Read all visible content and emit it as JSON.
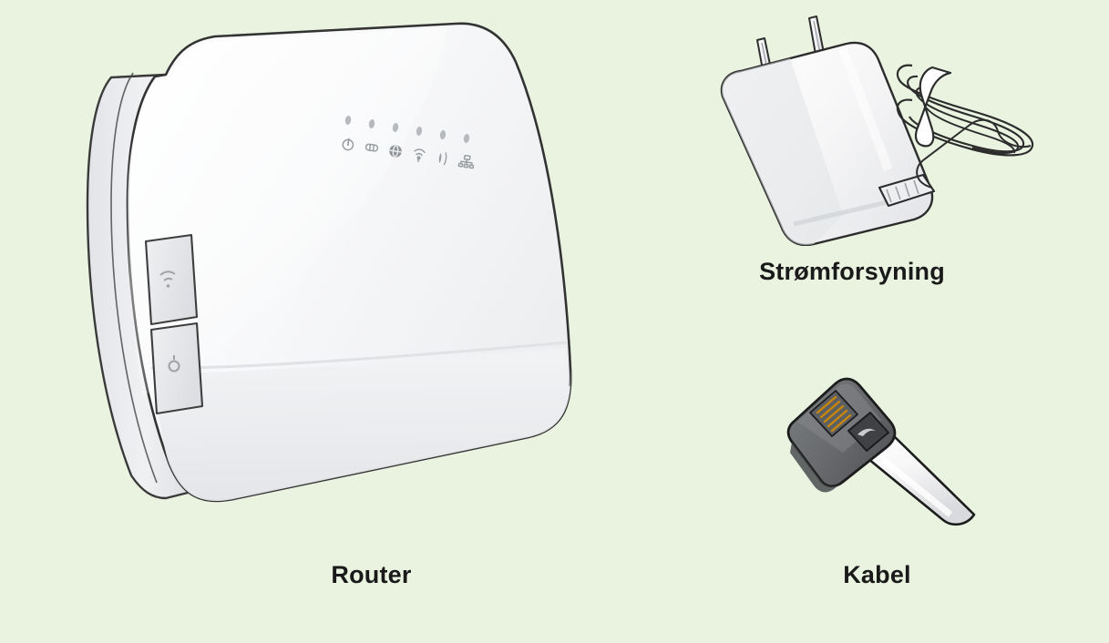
{
  "page": {
    "background_color": "#e9f3e0",
    "text_color": "#1a1a1a",
    "type": "illustration-product-contents",
    "language": "da"
  },
  "items": [
    {
      "id": "router",
      "caption": "Router",
      "description": "White wireless router standing upright, angled three-quarter view",
      "body_color": "#fbfbfc",
      "outline_color": "#333333",
      "shadow_color": "#e4e6e8",
      "leds": {
        "count": 6,
        "indicator_color": "#b9bcc0",
        "icons": [
          "power-icon",
          "broadband-icon",
          "internet-globe-icon",
          "wifi-icon",
          "phone-icon",
          "lan-ethernet-icon"
        ]
      },
      "side_buttons": {
        "count": 2,
        "icons": [
          "wps-wifi-button-icon",
          "wps-pair-button-icon"
        ]
      }
    },
    {
      "id": "power-supply",
      "caption": "Strømforsyning",
      "description": "White EU two-pin power adapter with coiled white cable",
      "body_color": "#f7f7f8",
      "outline_color": "#2c2c2c",
      "shade_color": "#d8dade",
      "pins": 2,
      "cable": {
        "color": "#ffffff",
        "coiled": true,
        "has_tie": true
      }
    },
    {
      "id": "cable",
      "caption": "Kabel",
      "description": "Dark grey RJ-type connector with gold contacts on a white cable",
      "connector_color": "#6b6d70",
      "connector_dark_color": "#4a4c4f",
      "contacts_color": "#c8860a",
      "cable_color": "#f4f4f4",
      "outline_color": "#1c1c1c"
    }
  ]
}
